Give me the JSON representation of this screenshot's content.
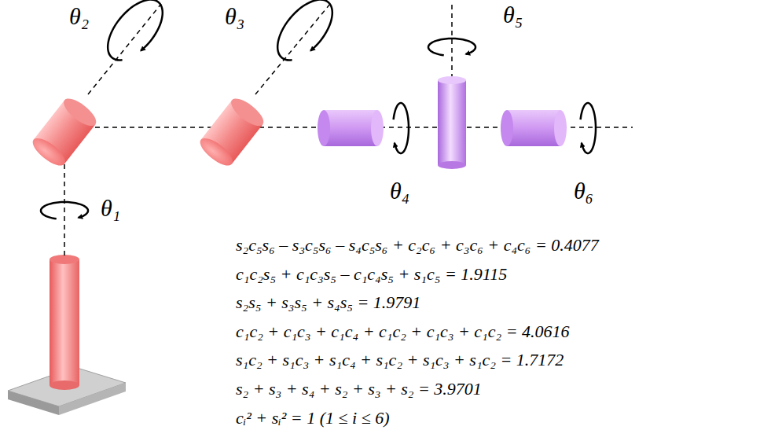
{
  "diagram": {
    "labels": [
      "θ₂",
      "θ₃",
      "θ₅",
      "θ₁",
      "θ₄",
      "θ₆",
      "s₂c₅s₆ – s₃c₅s₆ – s₄c₅s₆ + c₂c₆ + c₃c₆ + c₄c₆ = 0.4077",
      "c₁c₂s₅ + c₁c₃s₅ – c₁c₄s₅ + s₁c₅ = 1.9115",
      "s₂s₅ + s₃s₅ + s₄s₅ = 1.9791",
      "c₁c₂ + c₁c₃ + c₁c₄ + c₁c₂ + c₁c₃ + c₁c₂ = 4.0616",
      "s₁c₂ + s₁c₃ + s₁c₄ + s₁c₂ + s₁c₃ + s₁c₂ = 1.7172",
      "s₂ + s₃ + s₄ + s₂ + s₃ + s₂ = 3.9701",
      "cᵢ² + sᵢ² = 1 (1 ≤ i ≤ 6)"
    ]
  }
}
